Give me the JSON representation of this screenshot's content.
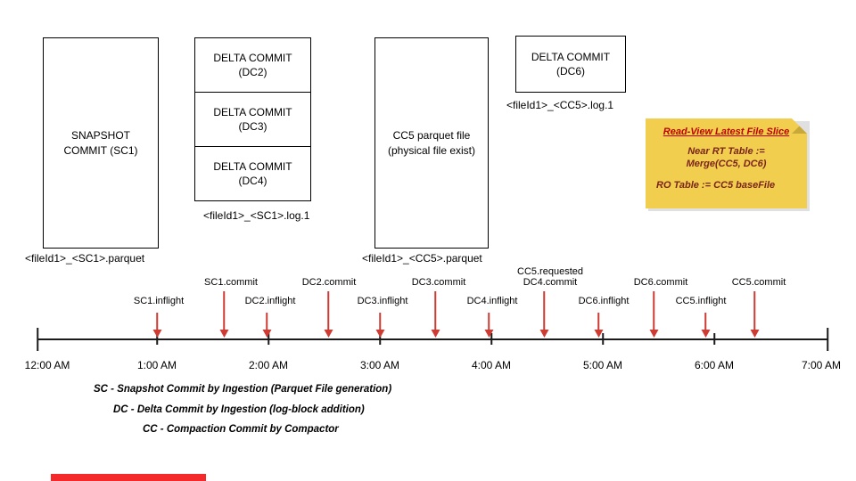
{
  "colors": {
    "arrow_red": "#CE3B33",
    "note_bg": "#F2CE4E",
    "note_fold": "#C9A83A",
    "note_title_red": "#C00000",
    "note_text_maroon": "#7B241C",
    "bottom_bar_red": "#F42A2A"
  },
  "file_groups": {
    "snapshot": {
      "line1": "SNAPSHOT",
      "line2": "COMMIT (SC1)",
      "caption": "<fileId1>_<SC1>.parquet"
    },
    "log_stack": {
      "cells": [
        {
          "line1": "DELTA COMMIT",
          "line2": "(DC2)"
        },
        {
          "line1": "DELTA COMMIT",
          "line2": "(DC3)"
        },
        {
          "line1": "DELTA COMMIT",
          "line2": "(DC4)"
        }
      ],
      "caption": "<fileId1>_<SC1>.log.1"
    },
    "compacted": {
      "line1": "CC5 parquet file",
      "line2": "(physical file exist)",
      "caption": "<fileId1>_<CC5>.parquet"
    },
    "dc6": {
      "line1": "DELTA COMMIT",
      "line2": "(DC6)",
      "caption": "<fileId1>_<CC5>.log.1"
    }
  },
  "note": {
    "title": "Read-View Latest File Slice",
    "line1": "Near RT Table :=",
    "line2": "Merge(CC5, DC6)",
    "line3": "RO Table := CC5 baseFile"
  },
  "timeline": {
    "hours": [
      "12:00 AM",
      "1:00 AM",
      "2:00 AM",
      "3:00 AM",
      "4:00 AM",
      "5:00 AM",
      "6:00 AM",
      "7:00 AM"
    ],
    "events": [
      {
        "label": "SC1.inflight",
        "type": "inflight"
      },
      {
        "label": "SC1.commit",
        "type": "commit"
      },
      {
        "label": "DC2.inflight",
        "type": "inflight"
      },
      {
        "label": "DC2.commit",
        "type": "commit"
      },
      {
        "label": "DC3.inflight",
        "type": "inflight"
      },
      {
        "label": "DC3.commit",
        "type": "commit"
      },
      {
        "label": "DC4.inflight",
        "type": "inflight"
      },
      {
        "label_top": "CC5.requested",
        "label": "DC4.commit",
        "type": "commit"
      },
      {
        "label": "DC6.inflight",
        "type": "inflight"
      },
      {
        "label": "DC6.commit",
        "type": "commit"
      },
      {
        "label": "CC5.inflight",
        "type": "inflight"
      },
      {
        "label": "CC5.commit",
        "type": "commit"
      }
    ]
  },
  "legend": [
    "SC - Snapshot Commit by Ingestion (Parquet File generation)",
    "DC - Delta Commit by Ingestion (log-block addition)",
    "CC - Compaction Commit by Compactor"
  ]
}
